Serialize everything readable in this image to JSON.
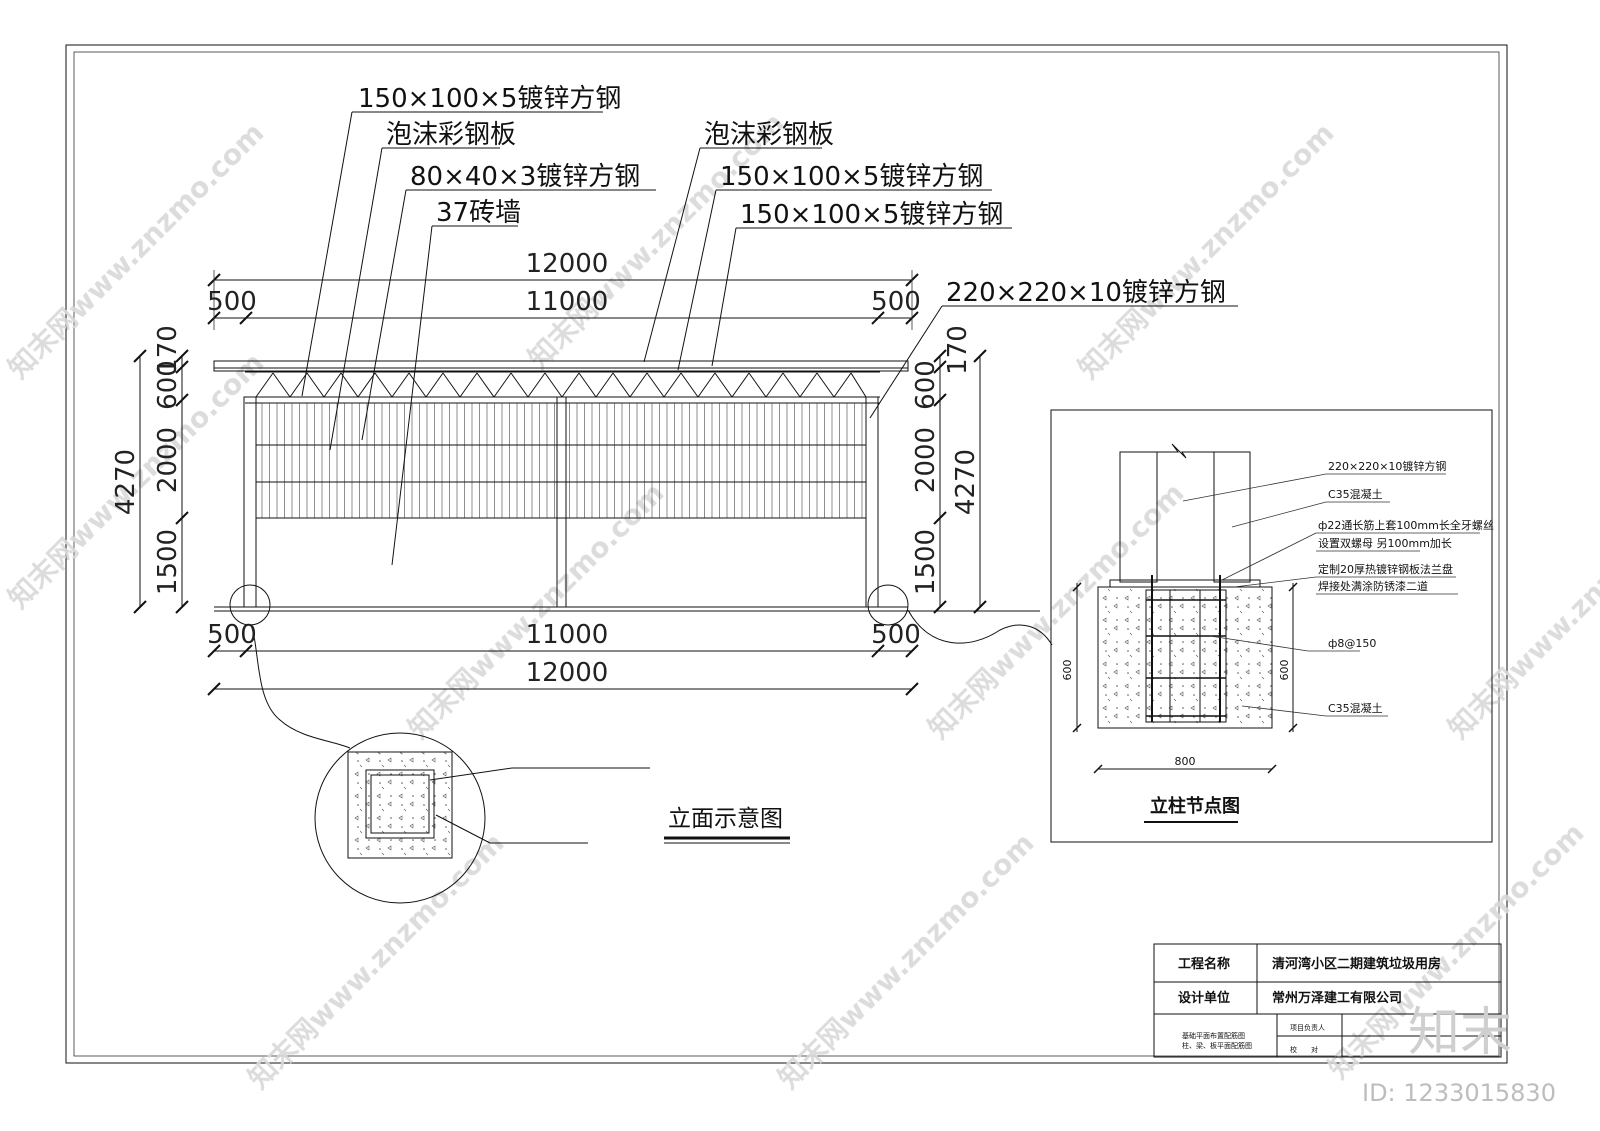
{
  "elevation": {
    "labels": {
      "steel_top": "150×100×5镀锌方钢",
      "foam_left": "泡沫彩钢板",
      "steel_small": "80×40×3镀锌方钢",
      "brick": "37砖墙",
      "foam_right": "泡沫彩钢板",
      "steel_r1": "150×100×5镀锌方钢",
      "steel_r2": "150×100×5镀锌方钢",
      "steel_post": "220×220×10镀锌方钢"
    },
    "dims": {
      "overall_top": "12000",
      "span_top": "11000",
      "side_left_top": "500",
      "side_right_top": "500",
      "overall_bottom": "12000",
      "span_bottom": "11000",
      "side_left_bottom": "500",
      "side_right_bottom": "500",
      "v_total_left": "4270",
      "v_170_left": "170",
      "v_600_left": "600",
      "v_2000_left": "2000",
      "v_1500_left": "1500",
      "v_170_right": "170",
      "v_600_right": "600",
      "v_2000_right": "2000",
      "v_4270_right": "4270",
      "v_1500_right": "1500"
    },
    "title": "立面示意图"
  },
  "detail": {
    "title": "立柱节点图",
    "notes": [
      "220×220×10镀锌方钢",
      "C35混凝土",
      "ф22通长筋上套100mm长全牙螺丝",
      "设置双螺母 另100mm加长",
      "定制20厚热镀锌钢板法兰盘",
      "焊接处满涂防锈漆二道",
      "ф8@150",
      "C35混凝土"
    ],
    "dim_width": "800",
    "dim_left": "600",
    "dim_right": "600"
  },
  "title_block": {
    "project_label": "工程名称",
    "project_value": "清河湾小区二期建筑垃圾用房",
    "designer_label": "设计单位",
    "designer_value": "常州万泽建工有限公司",
    "drawing_name_1": "基础平面布置配筋图",
    "drawing_name_2": "柱、梁、板平面配筋图",
    "role_1": "项目负责人",
    "role_2": "校　　对"
  },
  "watermark": {
    "text": "知末网www.znzmo.com",
    "logo": "知末",
    "id": "ID: 1233015830"
  }
}
